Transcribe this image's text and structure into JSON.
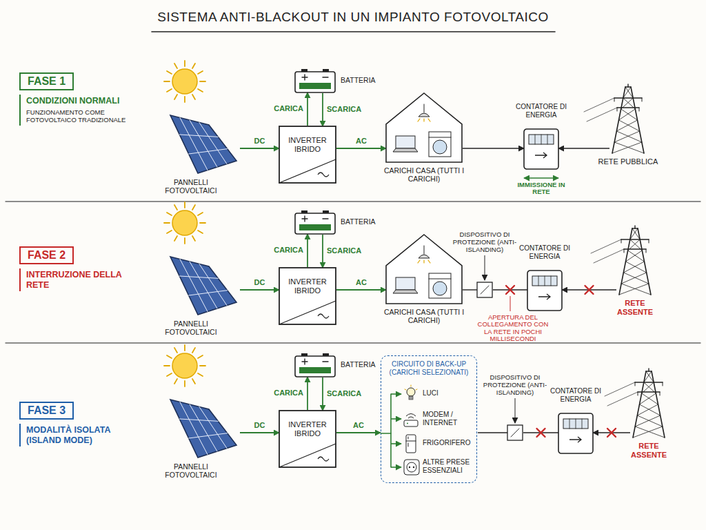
{
  "diagram": {
    "title": "SISTEMA ANTI-BLACKOUT IN UN IMPIANTO FOTOVOLTAICO",
    "nodes": [
      {
        "text": [
          "FASE 1",
          "CONDIZIONI NORMALI",
          "FUNZIONAMENTO COME FOTOVOLTAICO TRADIZIONALE"
        ]
      },
      {
        "text": [
          "PANNELLI FOTOVOLTAICI"
        ]
      },
      {
        "text": [
          "BATTERIA"
        ]
      },
      {
        "text": [
          "INVERTER IBRIDO"
        ]
      },
      {
        "text": [
          "CARICHI CASA (TUTTI I CARICHI)"
        ]
      },
      {
        "text": [
          "CONTATORE DI ENERGIA"
        ]
      },
      {
        "text": [
          "RETE PUBBLICA"
        ]
      },
      {
        "text": [
          "FASE 2",
          "INTERRUZIONE DELLA RETE"
        ]
      },
      {
        "text": [
          "PANNELLI FOTOVOLTAICI"
        ]
      },
      {
        "text": [
          "BATTERIA"
        ]
      },
      {
        "text": [
          "INVERTER IBRIDO"
        ]
      },
      {
        "text": [
          "CARICHI CASA (TUTTI I CARICHI)"
        ]
      },
      {
        "text": [
          "DISPOSITIVO DI PROTEZIONE (ANTI-ISLANDING)"
        ]
      },
      {
        "text": [
          "CONTATORE DI ENERGIA"
        ]
      },
      {
        "text": [
          "RETE ASSENTE"
        ]
      },
      {
        "text": [
          "FASE 3",
          "MODALITÀ ISOLATA (ISLAND MODE)"
        ]
      },
      {
        "text": [
          "PANNELLI FOTOVOLTAICI"
        ]
      },
      {
        "text": [
          "BATTERIA"
        ]
      },
      {
        "text": [
          "INVERTER IBRIDO"
        ]
      },
      {
        "text": [
          "CIRCUITO DI BACK-UP (CARICHI SELEZIONATI)"
        ]
      },
      {
        "text": [
          "LUCI"
        ],
        "in": 19
      },
      {
        "text": [
          "MODEM / INTERNET"
        ],
        "in": 19
      },
      {
        "text": [
          "FRIGORIFERO"
        ],
        "in": 19
      },
      {
        "text": [
          "ALTRE PRESE ESSENZIALI"
        ],
        "in": 19
      },
      {
        "text": [
          "DISPOSITIVO DI PROTEZIONE (ANTI-ISLANDING)"
        ]
      },
      {
        "text": [
          "CONTATORE DI ENERGIA"
        ]
      },
      {
        "text": [
          "RETE ASSENTE"
        ]
      }
    ],
    "edges": [
      {
        "from": 1,
        "to": 3,
        "label": "DC",
        "arrow": "to"
      },
      {
        "from": 3,
        "to": 2,
        "label": "CARICA",
        "arrow": "to"
      },
      {
        "from": 2,
        "to": 3,
        "label": "SCARICA",
        "arrow": "to"
      },
      {
        "from": 3,
        "to": 4,
        "label": "AC",
        "arrow": "to"
      },
      {
        "from": 4,
        "to": 5,
        "arrow": "to"
      },
      {
        "from": 6,
        "to": 5,
        "arrow": "to"
      },
      {
        "from": 8,
        "to": 10,
        "label": "DC",
        "arrow": "to"
      },
      {
        "from": 10,
        "to": 9,
        "label": "CARICA",
        "arrow": "to"
      },
      {
        "from": 9,
        "to": 10,
        "label": "SCARICA",
        "arrow": "to"
      },
      {
        "from": 10,
        "to": 11,
        "label": "AC",
        "arrow": "to"
      },
      {
        "from": 11,
        "to": 12,
        "arrow": "none"
      },
      {
        "from": 12,
        "to": 13,
        "arrow": "none"
      },
      {
        "from": 14,
        "to": 13,
        "arrow": "to"
      },
      {
        "from": 16,
        "to": 18,
        "label": "DC",
        "arrow": "to"
      },
      {
        "from": 18,
        "to": 17,
        "label": "CARICA",
        "arrow": "to"
      },
      {
        "from": 17,
        "to": 18,
        "label": "SCARICA",
        "arrow": "to"
      },
      {
        "from": 18,
        "to": 19,
        "label": "AC",
        "arrow": "to"
      },
      {
        "from": 19,
        "to": 24,
        "arrow": "none"
      },
      {
        "from": 24,
        "to": 25,
        "arrow": "none"
      },
      {
        "from": 26,
        "to": 25,
        "arrow": "to"
      }
    ],
    "labels": [
      "IMMISSIONE IN RETE",
      "APERTURA DEL COLLEGAMENTO CON LA RETE IN POCHI MILLISECONDI"
    ]
  }
}
